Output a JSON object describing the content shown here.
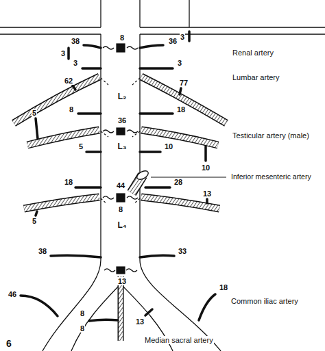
{
  "diagram": {
    "labels": [
      "Renal artery",
      "8",
      "38",
      "36",
      "3",
      "3",
      "3",
      "3",
      "Lumbar artery",
      "62",
      "77",
      "L₂",
      "5",
      "8",
      "36",
      "18",
      "Testicular artery (male)",
      "L₃",
      "5",
      "10",
      "10",
      "Inferior mesenteric artery",
      "18",
      "44",
      "28",
      "13",
      "8",
      "5",
      "L₄",
      "38",
      "33",
      "13",
      "46",
      "18",
      "Common iliac artery",
      "8",
      "8",
      "13",
      "Median sacral artery",
      "6"
    ]
  }
}
